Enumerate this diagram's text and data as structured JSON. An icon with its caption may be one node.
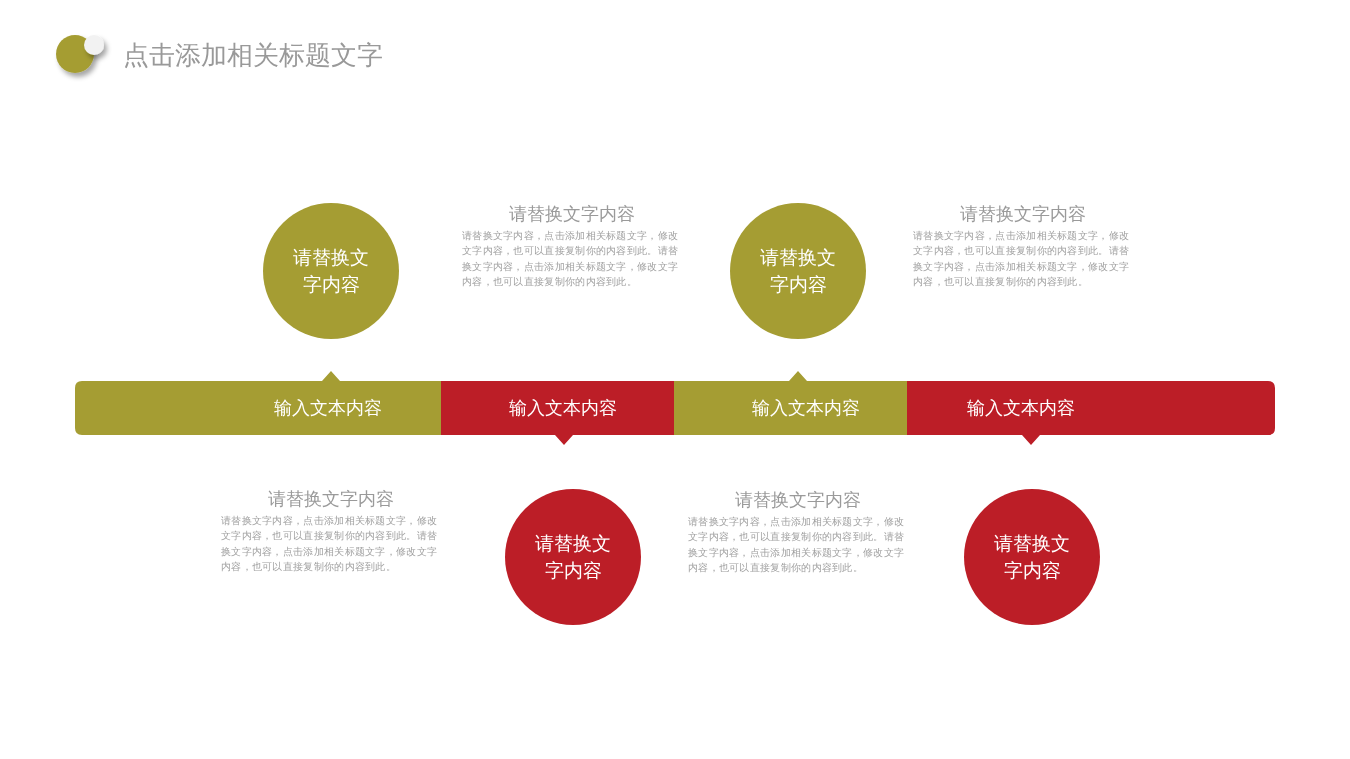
{
  "diagram": {
    "title": "点击添加相关标题文字",
    "nodes": [
      {
        "text": [
          "请替换文字内容"
        ]
      },
      {
        "text": [
          "请替换文字内容"
        ]
      },
      {
        "text": [
          "输入文本内容"
        ]
      },
      {
        "text": [
          "输入文本内容"
        ]
      },
      {
        "text": [
          "输入文本内容"
        ]
      },
      {
        "text": [
          "输入文本内容"
        ]
      },
      {
        "text": [
          "请替换文字内容"
        ]
      },
      {
        "text": [
          "请替换文字内容"
        ]
      }
    ],
    "labels": [
      "请替换文字内容",
      "请替换文字内容，点击添加相关标题文字，修改文字内容，也可以直接复制你的内容到此。请替换文字内容，点击添加相关标题文字，修改文字内容，也可以直接复制你的内容到此。",
      "请替换文字内容",
      "请替换文字内容，点击添加相关标题文字，修改文字内容，也可以直接复制你的内容到此。请替换文字内容，点击添加相关标题文字，修改文字内容，也可以直接复制你的内容到此。",
      "请替换文字内容",
      "请替换文字内容，点击添加相关标题文字，修改文字内容，也可以直接复制你的内容到此。请替换文字内容，点击添加相关标题文字，修改文字内容，也可以直接复制你的内容到此。",
      "请替换文字内容",
      "请替换文字内容，点击添加相关标题文字，修改文字内容，也可以直接复制你的内容到此。请替换文字内容，点击添加相关标题文字，修改文字内容，也可以直接复制你的内容到此。"
    ]
  }
}
